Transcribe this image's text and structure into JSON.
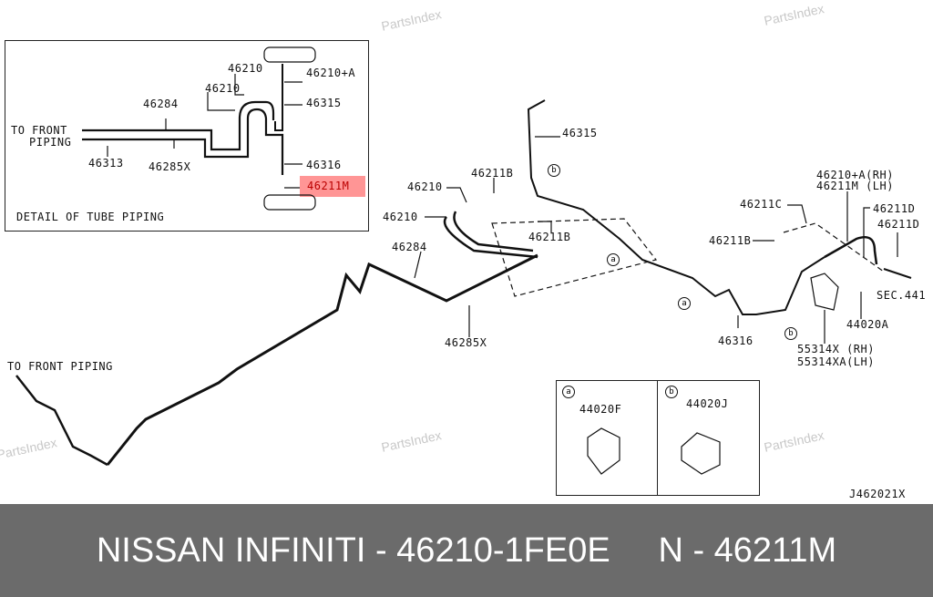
{
  "watermark": "PartsIndex",
  "inset": {
    "title": "DETAIL OF TUBE PIPING",
    "to_front": [
      "TO FRONT",
      "PIPING"
    ],
    "labels": {
      "p46210a": "46210",
      "p46210b": "46210",
      "p46210A": "46210+A",
      "p46315": "46315",
      "p46284": "46284",
      "p46313": "46313",
      "p46285x": "46285X",
      "p46316": "46316",
      "p46211m": "46211M"
    },
    "highlight_color": "#ff8a8a"
  },
  "main": {
    "to_front": "TO FRONT PIPING",
    "labels": {
      "p46315": "46315",
      "p46211b_1": "46211B",
      "p46210_1": "46210",
      "p46210_2": "46210",
      "p46211b_2": "46211B",
      "p46284": "46284",
      "p46285x": "46285X",
      "p46316": "46316",
      "p46210A_rh": "46210+A(RH)",
      "p46211m_lh": "46211M  (LH)",
      "p46211c": "46211C",
      "p46211d_1": "46211D",
      "p46211d_2": "46211D",
      "p46211b_3": "46211B",
      "sec441": "SEC.441",
      "p44020a": "44020A",
      "p55314x": "55314X  (RH)",
      "p55314xa": "55314XA(LH)"
    },
    "circle_a": "a",
    "circle_b": "b"
  },
  "kit": {
    "a_label": "a",
    "a_part": "44020F",
    "b_label": "b",
    "b_part": "44020J"
  },
  "diagram_code": "J462021X",
  "banner": "NISSAN INFINITI - 46210-1FE0E     N - 46211M"
}
